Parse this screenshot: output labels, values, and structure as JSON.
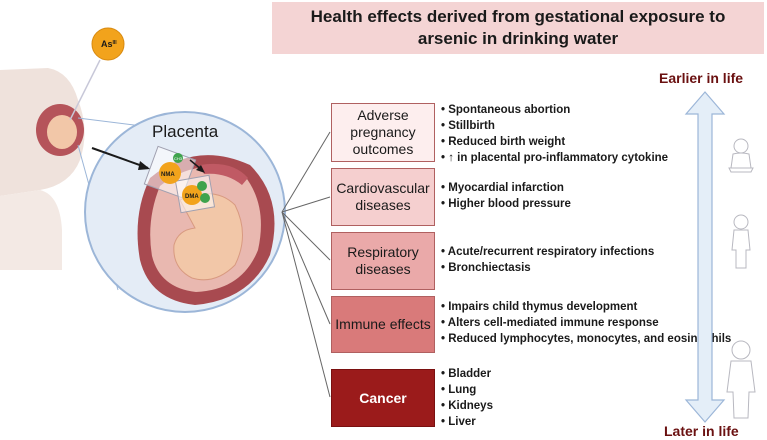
{
  "title": "Health effects derived from gestational exposure to arsenic in drinking water",
  "illustration": {
    "arsenic_label": "As",
    "arsenic_superscript": "III",
    "placenta_label": "Placenta",
    "molecule_mma": "NMA",
    "molecule_dma": "DMA",
    "methyl_label": "CH3"
  },
  "timeline": {
    "top_label": "Earlier in life",
    "bottom_label": "Later in life"
  },
  "categories": [
    {
      "label": "Adverse pregnancy outcomes",
      "effects": [
        "Spontaneous abortion",
        "Stillbirth",
        "Reduced birth weight",
        "↑ in placental pro-inflammatory cytokine"
      ]
    },
    {
      "label": "Cardiovascular diseases",
      "effects": [
        "Myocardial infarction",
        "Higher blood pressure"
      ]
    },
    {
      "label": "Respiratory diseases",
      "effects": [
        "Acute/recurrent respiratory infections",
        "Bronchiectasis"
      ]
    },
    {
      "label": "Immune effects",
      "effects": [
        "Impairs child thymus development",
        "Alters cell-mediated immune response",
        "Reduced  lymphocytes, monocytes, and eosinophils"
      ]
    },
    {
      "label": "Cancer",
      "effects": [
        "Bladder",
        "Lung",
        "Kidneys",
        "Liver"
      ]
    }
  ],
  "colors": {
    "title_bg": "#f4d4d4",
    "cancer_box": "#9b1b1b",
    "timeline_label": "#6a1010",
    "arrow_fill": "#e4eef8"
  }
}
